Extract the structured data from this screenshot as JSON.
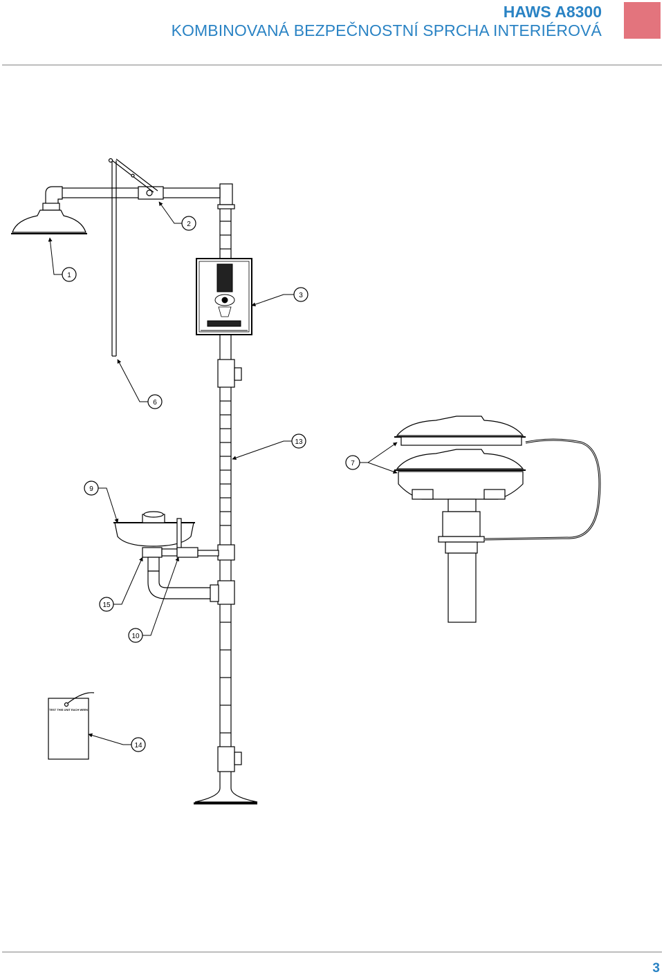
{
  "header": {
    "title": "HAWS A8300",
    "subtitle": "KOMBINOVANÁ BEZPEČNOSTNÍ SPRCHA INTERIÉROVÁ",
    "accent_color": "#e3747d",
    "text_color": "#2a83c4"
  },
  "diagram": {
    "callouts": {
      "c1": "1",
      "c2": "2",
      "c3": "3",
      "c6": "6",
      "c7": "7",
      "c9": "9",
      "c10": "10",
      "c13": "13",
      "c14": "14",
      "c15": "15"
    },
    "tag_text": "TEST THIS UNIT EACH WEEK"
  },
  "footer": {
    "page_number": "3"
  }
}
